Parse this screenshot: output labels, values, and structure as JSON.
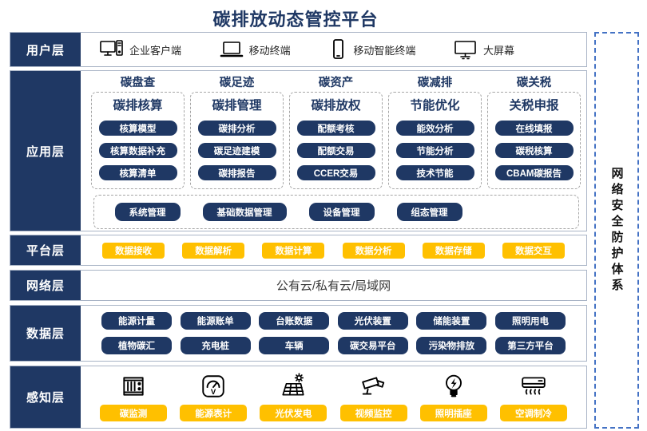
{
  "title": "碳排放动态管控平台",
  "security_panel": {
    "label": "网络安全防护体系"
  },
  "colors": {
    "navy": "#1f3864",
    "gold": "#ffc000",
    "row_border": "#a9b4c6",
    "dashed_gray": "#a6a6a6",
    "security_dash_blue": "#4472c4"
  },
  "layers": {
    "user": {
      "label": "用户层",
      "items": [
        {
          "icon": "desktop-pc-icon",
          "label": "企业客户端"
        },
        {
          "icon": "laptop-icon",
          "label": "移动终端"
        },
        {
          "icon": "smartphone-icon",
          "label": "移动智能终端"
        },
        {
          "icon": "big-screen-icon",
          "label": "大屏幕"
        }
      ]
    },
    "application": {
      "label": "应用层",
      "groups": [
        {
          "category": "碳盘查",
          "module": "碳排核算",
          "items": [
            "核算模型",
            "核算数据补充",
            "核算清单"
          ]
        },
        {
          "category": "碳足迹",
          "module": "碳排管理",
          "items": [
            "碳排分析",
            "碳足迹建模",
            "碳排报告"
          ]
        },
        {
          "category": "碳资产",
          "module": "碳排放权",
          "items": [
            "配额考核",
            "配额交易",
            "CCER交易"
          ]
        },
        {
          "category": "碳减排",
          "module": "节能优化",
          "items": [
            "能效分析",
            "节能分析",
            "技术节能"
          ]
        },
        {
          "category": "碳关税",
          "module": "关税申报",
          "items": [
            "在线填报",
            "碳税核算",
            "CBAM碳报告"
          ]
        }
      ],
      "common_modules": [
        "系统管理",
        "基础数据管理",
        "设备管理",
        "组态管理"
      ]
    },
    "platform": {
      "label": "平台层",
      "items": [
        "数据接收",
        "数据解析",
        "数据计算",
        "数据分析",
        "数据存储",
        "数据交互"
      ]
    },
    "network": {
      "label": "网络层",
      "content": "公有云/私有云/局域网"
    },
    "data": {
      "label": "数据层",
      "rows": [
        [
          "能源计量",
          "能源账单",
          "台账数据",
          "光伏装置",
          "储能装置",
          "照明用电"
        ],
        [
          "植物碳汇",
          "充电桩",
          "车辆",
          "碳交易平台",
          "污染物排放",
          "第三方平台"
        ]
      ]
    },
    "perception": {
      "label": "感知层",
      "items": [
        {
          "icon": "carbon-monitor-icon",
          "label": "碳监测"
        },
        {
          "icon": "energy-meter-icon",
          "label": "能源表计"
        },
        {
          "icon": "solar-panel-icon",
          "label": "光伏发电"
        },
        {
          "icon": "cctv-camera-icon",
          "label": "视频监控"
        },
        {
          "icon": "lightbulb-icon",
          "label": "照明插座"
        },
        {
          "icon": "air-conditioner-icon",
          "label": "空调制冷"
        }
      ]
    }
  }
}
